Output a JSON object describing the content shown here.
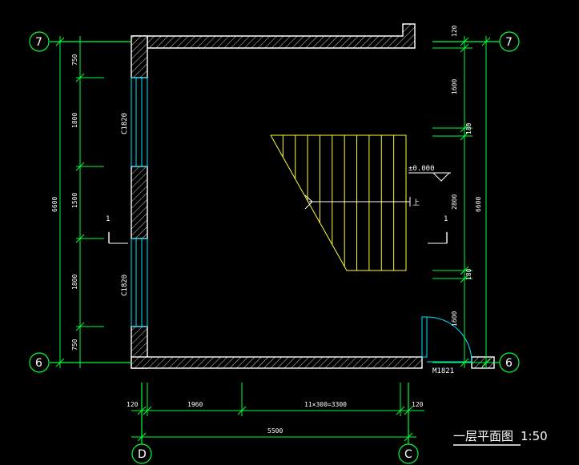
{
  "axes": {
    "top_left": "7",
    "top_right": "7",
    "bottom_left": "6",
    "bottom_right": "6",
    "bottom_col_left": "D",
    "bottom_col_right": "C"
  },
  "left_dims": {
    "overall": "6600",
    "segments": [
      "750",
      "1800",
      "1500",
      "1800",
      "750"
    ]
  },
  "right_dims": {
    "overall": "6600",
    "segments": [
      "120",
      "1600",
      "180",
      "2800",
      "180",
      "1600"
    ]
  },
  "bottom_dims": {
    "left_wall": "120",
    "seg1": "1960",
    "seg2": "11×300=3300",
    "right_wall": "120",
    "overall": "5500"
  },
  "labels": {
    "window_top": "C1820",
    "window_bottom": "C1820",
    "door": "M1821",
    "section_left": "1",
    "section_right": "1",
    "elevation": "±0.000",
    "stair_up": "上"
  },
  "title": {
    "main": "一层平面图",
    "scale": "1:50"
  }
}
